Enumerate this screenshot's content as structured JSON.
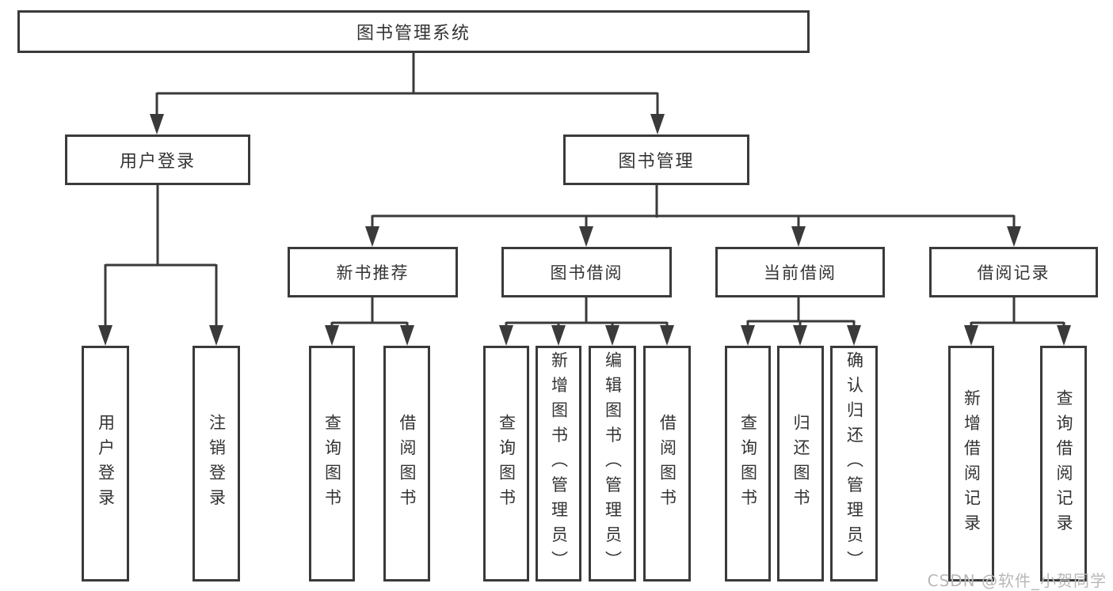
{
  "colors": {
    "line": "#3a3a3a",
    "text": "#333333",
    "background": "#ffffff",
    "watermark": "#b8b8b8"
  },
  "watermark": {
    "text": "CSDN @软件_小贺同学"
  },
  "tree": {
    "root": {
      "label": "图书管理系统"
    },
    "children": [
      {
        "label": "用户登录",
        "children": [
          {
            "label": "用户登录"
          },
          {
            "label": "注销登录"
          }
        ]
      },
      {
        "label": "图书管理",
        "children": [
          {
            "label": "新书推荐",
            "children": [
              {
                "label": "查询图书"
              },
              {
                "label": "借阅图书"
              }
            ]
          },
          {
            "label": "图书借阅",
            "children": [
              {
                "label": "查询图书"
              },
              {
                "label": "新增图书（管理员）"
              },
              {
                "label": "编辑图书（管理员）"
              },
              {
                "label": "借阅图书"
              }
            ]
          },
          {
            "label": "当前借阅",
            "children": [
              {
                "label": "查询图书"
              },
              {
                "label": "归还图书"
              },
              {
                "label": "确认归还（管理员）"
              }
            ]
          },
          {
            "label": "借阅记录",
            "children": [
              {
                "label": "新增借阅记录"
              },
              {
                "label": "查询借阅记录"
              }
            ]
          }
        ]
      }
    ]
  }
}
